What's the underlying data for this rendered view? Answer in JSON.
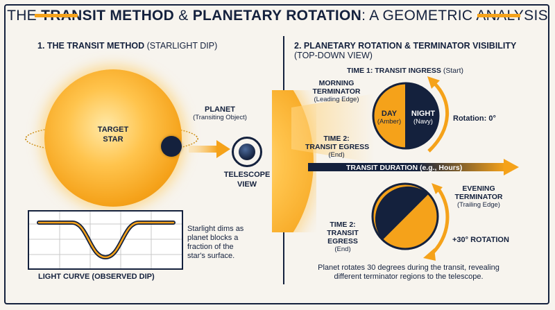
{
  "title": {
    "pre": "THE ",
    "b1": "TRANSIT METHOD",
    "mid": " & ",
    "b2": "PLANETARY ROTATION",
    "post": ": A GEOMETRIC ANALYSIS"
  },
  "left": {
    "heading_bold": "1. THE TRANSIT METHOD",
    "heading_light": " (STARLIGHT DIP)",
    "star_line1": "TARGET",
    "star_line2": "STAR",
    "planet_label": "PLANET",
    "planet_sub": "(Transiting Object)",
    "telescope_line1": "TELESCOPE",
    "telescope_line2": "VIEW",
    "caption": [
      "Starlight dims as",
      "planet blocks a",
      "fraction of the",
      "star's surface."
    ],
    "curve_label": "LIGHT CURVE (OBSERVED DIP)"
  },
  "right": {
    "heading_bold": "2. PLANETARY ROTATION & TERMINATOR VISIBILITY",
    "heading_light": "(TOP-DOWN VIEW)",
    "time1": {
      "bold": "TIME 1: TRANSIT INGRESS",
      "light": " (Start)"
    },
    "morning": {
      "line1": "MORNING",
      "line2": "TERMINATOR",
      "sub": "(Leading Edge)"
    },
    "day": {
      "label": "DAY",
      "sub": "(Amber)"
    },
    "night": {
      "label": "NIGHT",
      "sub": "(Navy)"
    },
    "rotation0": "Rotation: 0°",
    "time2a": {
      "line1": "TIME 2:",
      "line2": "TRANSIT EGRESS",
      "sub": "(End)"
    },
    "duration": "TRANSIT DURATION (e.g., Hours)",
    "evening": {
      "line1": "EVENING",
      "line2": "TERMINATOR",
      "sub": "(Trailing Edge)"
    },
    "time2b": {
      "line1": "TIME 2:",
      "line2": "TRANSIT",
      "line3": "EGRESS",
      "sub": "(End)"
    },
    "rotation30": "+30° ROTATION",
    "caption": [
      "Planet rotates 30 degrees during the transit, revealing",
      "different terminator regions to the telescope."
    ]
  },
  "colors": {
    "navy": "#14213d",
    "amber": "#f5a21a",
    "light_amber": "#ffc44d",
    "background": "#f7f4ee"
  }
}
